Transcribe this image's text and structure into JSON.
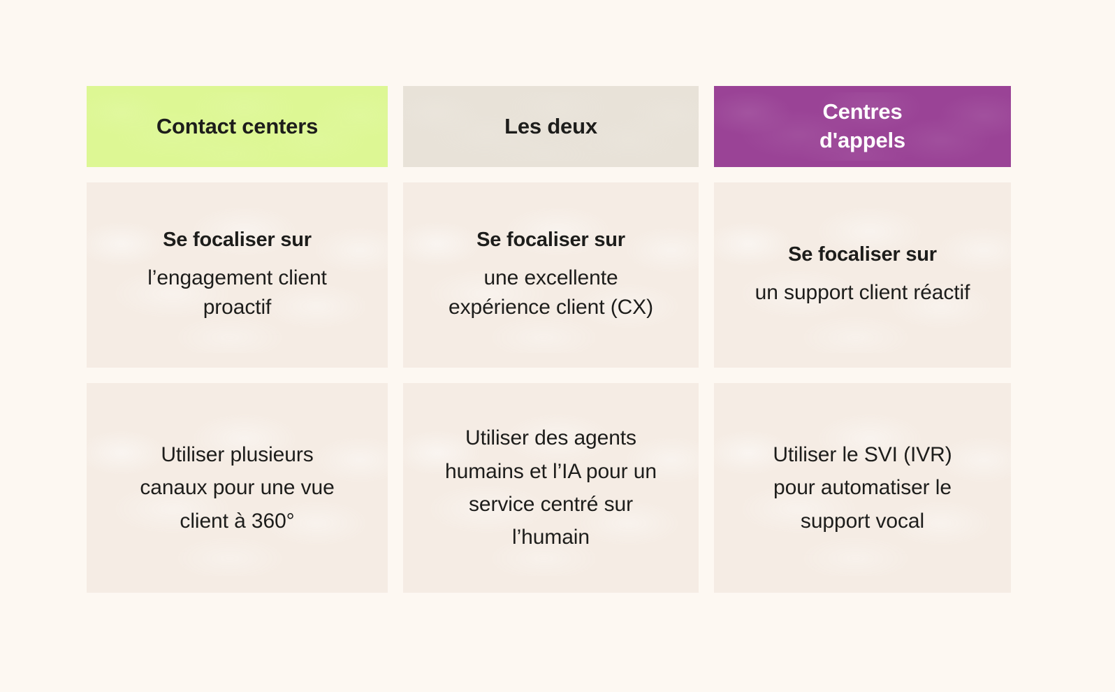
{
  "page": {
    "background_color": "#fdf8f2",
    "text_color": "#1d1d1b"
  },
  "colors": {
    "header_green": "#ddf794",
    "header_gray": "#e8e2d8",
    "header_purple": "#9a4396",
    "header_purple_text": "#ffffff",
    "cell_background": "#f5ece4"
  },
  "table": {
    "columns": [
      {
        "id": "contact-centers",
        "header": {
          "line1": "Contact centers",
          "line2": ""
        },
        "focus": {
          "lead": "Se focaliser sur",
          "detail": "l’engagement client proactif"
        },
        "usage": {
          "note": "Utiliser plusieurs canaux pour une vue client à 360°"
        }
      },
      {
        "id": "les-deux",
        "header": {
          "line1": "Les deux",
          "line2": ""
        },
        "focus": {
          "lead": "Se focaliser sur",
          "detail": "une excellente expérience client (CX)"
        },
        "usage": {
          "note": "Utiliser des agents humains et l’IA pour un service centré sur l’humain"
        }
      },
      {
        "id": "centres-dappels",
        "header": {
          "line1": "Centres",
          "line2": "d'appels"
        },
        "focus": {
          "lead": "Se focaliser sur",
          "detail": "un support client réactif"
        },
        "usage": {
          "note": "Utiliser le SVI (IVR) pour automatiser le support vocal"
        }
      }
    ]
  }
}
